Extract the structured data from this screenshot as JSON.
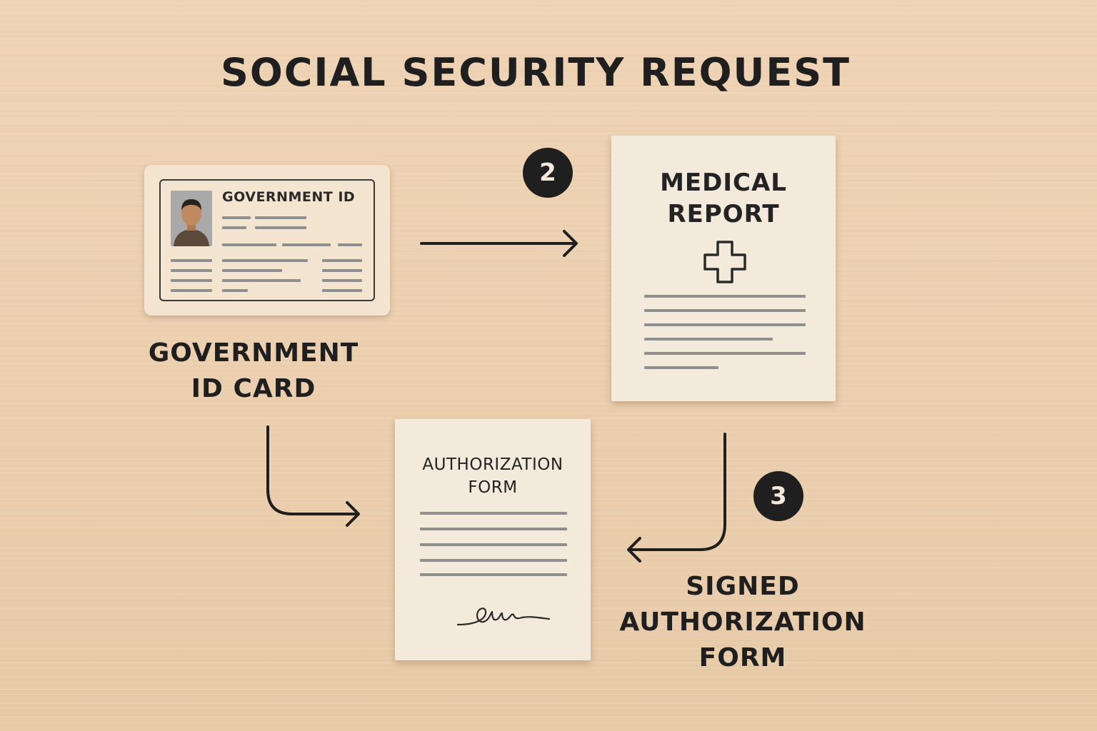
{
  "title": "SOCIAL SECURITY REQUEST",
  "id_card": {
    "heading": "GOVERNMENT ID",
    "caption_line1": "GOVERNMENT",
    "caption_line2": "ID CARD"
  },
  "medical_report": {
    "title_line1": "MEDICAL",
    "title_line2": "REPORT",
    "icon": "medical-cross-icon"
  },
  "authorization_form": {
    "title_line1": "AUTHORIZATION",
    "title_line2": "FORM",
    "icon": "signature-icon"
  },
  "signed_label": {
    "line1": "SIGNED",
    "line2": "AUTHORIZATION",
    "line3": "FORM"
  },
  "steps": {
    "two": "2",
    "three": "3"
  },
  "colors": {
    "background": "#eccfb0",
    "paper": "#f4eadc",
    "ink": "#1f1f1f",
    "placeholder_lines": "#8f8f8f"
  }
}
